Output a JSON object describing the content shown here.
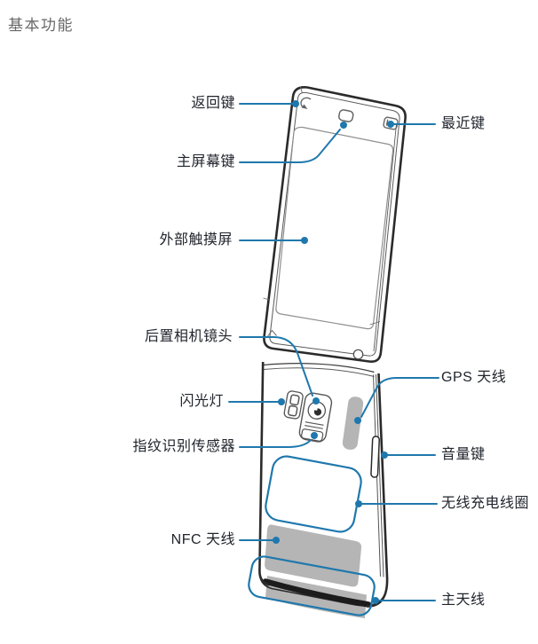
{
  "page": {
    "title": "基本功能"
  },
  "diagram": {
    "accent_color": "#1f78ad",
    "antenna_gray": "#b5b5b5",
    "labels": [
      {
        "id": "back-key",
        "text": "返回键",
        "side": "left"
      },
      {
        "id": "home-key",
        "text": "主屏幕键",
        "side": "left"
      },
      {
        "id": "external-touchscreen",
        "text": "外部触摸屏",
        "side": "left"
      },
      {
        "id": "rear-camera-lens",
        "text": "后置相机镜头",
        "side": "left"
      },
      {
        "id": "flash",
        "text": "闪光灯",
        "side": "left"
      },
      {
        "id": "fingerprint-sensor",
        "text": "指纹识别传感器",
        "side": "left"
      },
      {
        "id": "nfc-antenna",
        "text": "NFC 天线",
        "side": "left"
      },
      {
        "id": "recents-key",
        "text": "最近键",
        "side": "right"
      },
      {
        "id": "gps-antenna",
        "text": "GPS 天线",
        "side": "right"
      },
      {
        "id": "volume-key",
        "text": "音量键",
        "side": "right"
      },
      {
        "id": "wireless-charging-coil",
        "text": "无线充电线圈",
        "side": "right"
      },
      {
        "id": "main-antenna",
        "text": "主天线",
        "side": "right"
      }
    ]
  }
}
